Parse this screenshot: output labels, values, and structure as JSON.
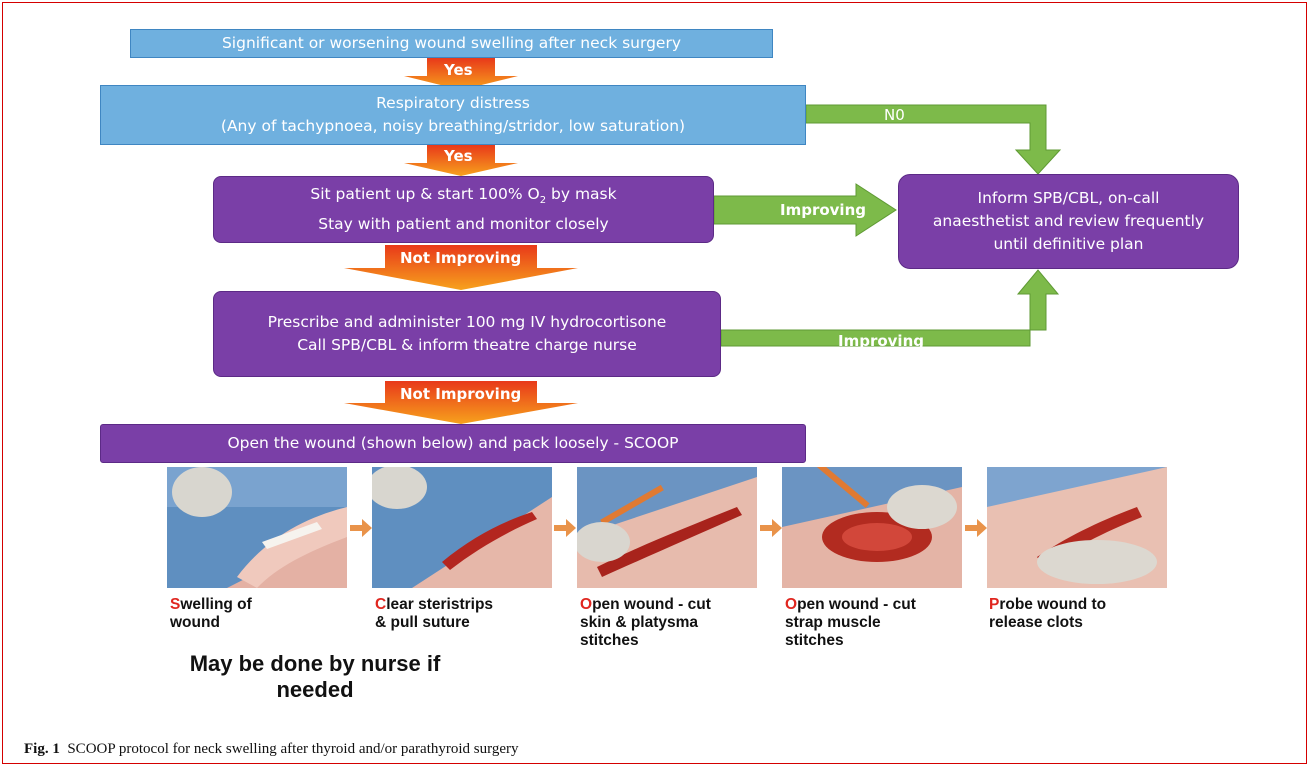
{
  "boxes": {
    "swelling": "Significant or worsening wound swelling after neck surgery",
    "distress_line1": "Respiratory distress",
    "distress_line2": "(Any of tachypnoea, noisy breathing/stridor, low saturation)",
    "sit_line1": "Sit patient up & start 100% O",
    "sit_sub": "2",
    "sit_line1_end": " by mask",
    "sit_line2": "Stay with patient and monitor closely",
    "prescribe_line1": "Prescribe and administer 100 mg IV hydrocortisone",
    "prescribe_line2": "Call SPB/CBL & inform theatre charge nurse",
    "open": "Open the wound (shown below) and pack loosely - SCOOP",
    "inform_line1": "Inform SPB/CBL, on-call",
    "inform_line2": "anaesthetist and review frequently",
    "inform_line3": "until definitive plan"
  },
  "arrow_labels": {
    "yes1": "Yes",
    "yes2": "Yes",
    "not_improving1": "Not Improving",
    "not_improving2": "Not Improving",
    "no": "N0",
    "improving1": "Improving",
    "improving2": "Improving"
  },
  "steps": [
    {
      "letter": "S",
      "rest": "welling of\nwound"
    },
    {
      "letter": "C",
      "rest": "lear steristrips\n& pull suture"
    },
    {
      "letter": "O",
      "rest": "pen wound - cut\nskin & platysma\nstitches"
    },
    {
      "letter": "O",
      "rest": "pen wound - cut\nstrap muscle\nstitches"
    },
    {
      "letter": "P",
      "rest": "robe wound to\nrelease clots"
    }
  ],
  "note": "May be done by nurse if needed",
  "caption": {
    "label": "Fig. 1",
    "text": "SCOOP protocol for neck swelling after thyroid and/or parathyroid surgery"
  },
  "colors": {
    "blue_box": "#6fb0df",
    "purple_box": "#7a3fa7",
    "down_arrow": "#f04a1c",
    "green_arrow": "#7dba4a",
    "step_letter": "#e0261f"
  }
}
